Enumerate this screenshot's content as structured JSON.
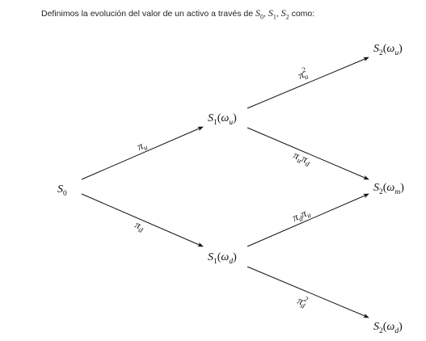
{
  "header": {
    "text_prefix": "Definimos la evolución del valor de un activo a través de ",
    "symbols": [
      {
        "base": "S",
        "sub": "0"
      },
      {
        "base": "S",
        "sub": "1"
      },
      {
        "base": "S",
        "sub": "2"
      }
    ],
    "text_suffix": " como:"
  },
  "tree": {
    "nodes": [
      {
        "id": "s0",
        "base": "S",
        "sub": "0",
        "arg": ""
      },
      {
        "id": "s1u",
        "base": "S",
        "sub": "1",
        "arg": "ω",
        "arg_sub": "u"
      },
      {
        "id": "s1d",
        "base": "S",
        "sub": "1",
        "arg": "ω",
        "arg_sub": "d"
      },
      {
        "id": "s2u",
        "base": "S",
        "sub": "2",
        "arg": "ω",
        "arg_sub": "u"
      },
      {
        "id": "s2m",
        "base": "S",
        "sub": "2",
        "arg": "ω",
        "arg_sub": "m"
      },
      {
        "id": "s2d",
        "base": "S",
        "sub": "2",
        "arg": "ω",
        "arg_sub": "d"
      }
    ],
    "edges": [
      {
        "from": "s0",
        "to": "s1u",
        "label": "π",
        "label_sub": "u",
        "label_sup": ""
      },
      {
        "from": "s0",
        "to": "s1d",
        "label": "π",
        "label_sub": "d",
        "label_sup": ""
      },
      {
        "from": "s1u",
        "to": "s2u",
        "label": "π",
        "label_sub": "u",
        "label_sup": "2"
      },
      {
        "from": "s1u",
        "to": "s2m",
        "label": "π",
        "label_sub": "u",
        "label_sup": "",
        "label2": "π",
        "label2_sub": "d"
      },
      {
        "from": "s1d",
        "to": "s2m",
        "label": "π",
        "label_sub": "d",
        "label_sup": "",
        "label2": "π",
        "label2_sub": "u"
      },
      {
        "from": "s1d",
        "to": "s2d",
        "label": "π",
        "label_sub": "d",
        "label_sup": "2"
      }
    ]
  }
}
